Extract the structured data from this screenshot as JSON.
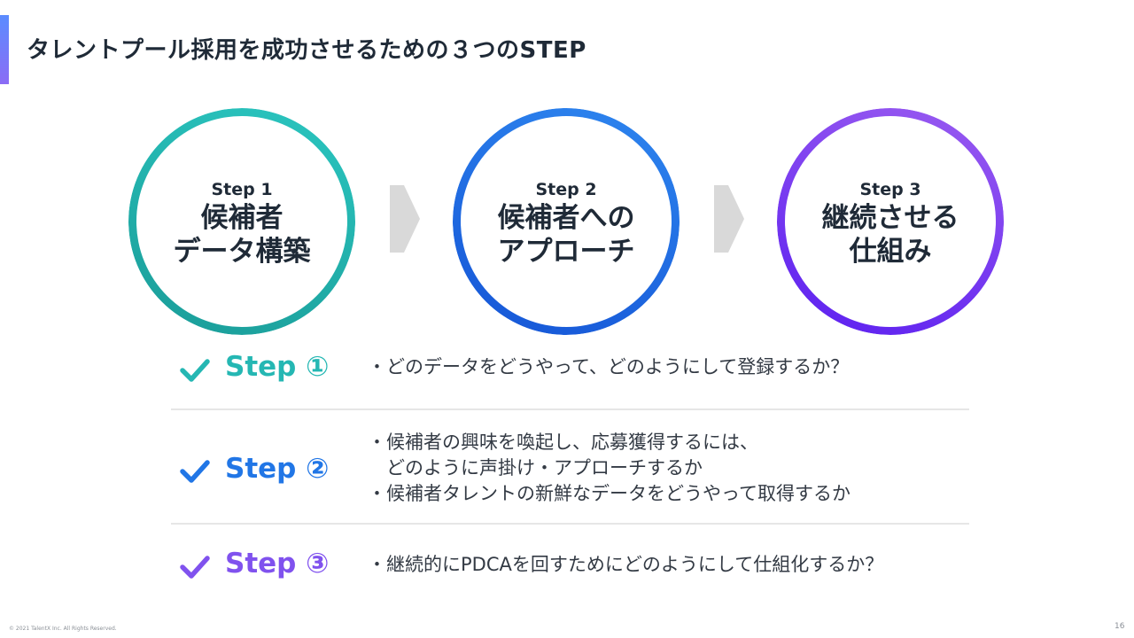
{
  "slide": {
    "title": "タレントプール採用を成功させるための３つのSTEP",
    "footer": "© 2021 TalentX Inc. All Rights Reserved.",
    "page_number": "16"
  },
  "colors": {
    "step1": "#25b7b3",
    "step2": "#2176e6",
    "step3": "#8052ee",
    "arrow": "#d9d9d9",
    "accent_bar_top": "#5b8cff",
    "accent_bar_bottom": "#8b6cf5"
  },
  "circles": [
    {
      "label": "Step 1",
      "title_line1": "候補者",
      "title_line2": "データ構築"
    },
    {
      "label": "Step 2",
      "title_line1": "候補者への",
      "title_line2": "アプローチ"
    },
    {
      "label": "Step 3",
      "title_line1": "継続させる",
      "title_line2": "仕組み"
    }
  ],
  "steps": [
    {
      "name": "Step ①",
      "icon": "check-icon",
      "lines": [
        "・どのデータをどうやって、どのようにして登録するか？"
      ]
    },
    {
      "name": "Step ②",
      "icon": "check-icon",
      "lines": [
        "・候補者の興味を喚起し、応募獲得するには、",
        "　どのように声掛け・アプローチするか",
        "・候補者タレントの新鮮なデータをどうやって取得するか"
      ]
    },
    {
      "name": "Step ③",
      "icon": "check-icon",
      "lines": [
        "・継続的にPDCAを回すためにどのようにして仕組化するか？"
      ]
    }
  ]
}
